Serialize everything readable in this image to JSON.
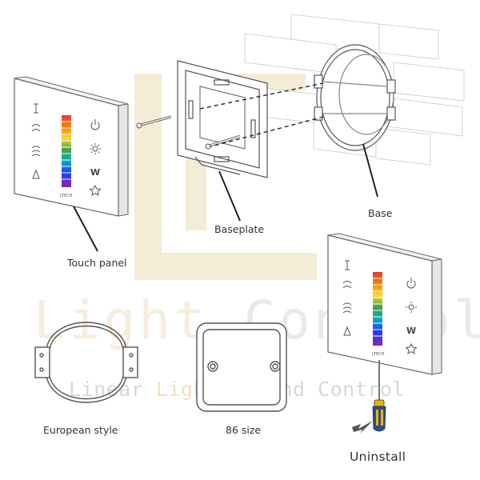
{
  "watermark": {
    "main_a": "Light",
    "main_b": "Control",
    "sub_a": "Linear",
    "sub_b": "Lighting",
    "sub_c": "And Control"
  },
  "labels": {
    "touch_panel": "Touch panel",
    "baseplate": "Baseplate",
    "base": "Base",
    "european_style": "European style",
    "size_86": "86 size",
    "uninstall": "Uninstall"
  },
  "panel": {
    "brand": "LTECH",
    "white_key": "W"
  },
  "colors": {
    "line": "#555555",
    "watermark_gold": "#f3e6cc",
    "screwdriver_blue": "#2f4b8a",
    "screwdriver_yellow": "#e8b400"
  }
}
